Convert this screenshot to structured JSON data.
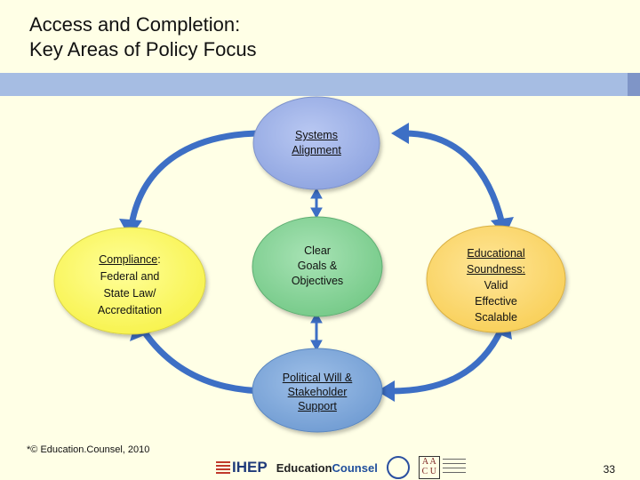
{
  "title": {
    "line1": "Access and Completion:",
    "line2": "Key Areas of Policy Focus"
  },
  "nodes": {
    "systems_alignment": {
      "line1": "Systems",
      "line2": "Alignment",
      "color": "#99aee8"
    },
    "compliance": {
      "line1": "Compliance",
      "line1_suffix": ":",
      "line2": "Federal and",
      "line3": "State Law/",
      "line4": "Accreditation",
      "color": "#ffff66"
    },
    "clear_goals": {
      "line1": "Clear",
      "line2": "Goals &",
      "line3": "Objectives",
      "color": "#88d39a"
    },
    "educational_soundness": {
      "line1": "Educational",
      "line2": "Soundness:",
      "line3": "Valid",
      "line4": "Effective",
      "line5": "Scalable",
      "color": "#ffd966"
    },
    "political_will": {
      "line1": "Political Will &",
      "line2": "Stakeholder",
      "line3": "Support",
      "color": "#7ea9d8"
    }
  },
  "arrow_color": "#3d6fc5",
  "footer": {
    "copyright": "*© Education.Counsel, 2010",
    "page_number": "33",
    "logos": {
      "ihep": "IHEP",
      "education_counsel_a": "Education",
      "education_counsel_b": "Counsel",
      "aac": "A A C U"
    }
  }
}
